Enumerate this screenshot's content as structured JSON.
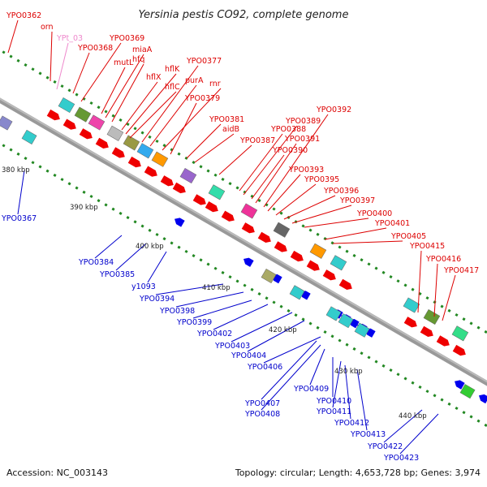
{
  "title": "Yersinia pestis CO92, complete genome",
  "accession": "Accession: NC_003143",
  "topology": "Topology: circular; Length: 4,653,728 bp; Genes: 3,974",
  "colors": {
    "forward_label": "#dd0000",
    "reverse_label": "#0000cc",
    "rna_label": "#ee88cc",
    "forward_gene": "#ee0000",
    "reverse_gene": "#0000ee",
    "tick": "#228822",
    "backbone": "#888888"
  },
  "scale_labels": [
    "380 kbp",
    "390 kbp",
    "400 kbp",
    "410 kbp",
    "420 kbp",
    "430 kbp",
    "440 kbp"
  ],
  "forward_labels": [
    "YPO0362",
    "orn",
    "YPt_03",
    "YPO0368",
    "YPO0369",
    "mutL",
    "miaA",
    "hfq",
    "hflX",
    "hflK",
    "hflC",
    "YPO0377",
    "purA",
    "rnr",
    "YPO0379",
    "YPO0381",
    "aidB",
    "YPO0387",
    "YPO0388",
    "YPO0389",
    "YPO0390",
    "YPO0391",
    "YPO0392",
    "YPO0393",
    "YPO0395",
    "YPO0396",
    "YPO0397",
    "YPO0400",
    "YPO0401",
    "YPO0405",
    "YPO0415",
    "YPO0416",
    "YPO0417"
  ],
  "reverse_labels": [
    "YPO0367",
    "YPO0384",
    "YPO0385",
    "y1093",
    "YPO0394",
    "YPO0398",
    "YPO0399",
    "YPO0402",
    "YPO0403",
    "YPO0404",
    "YPO0406",
    "YPO0407",
    "YPO0408",
    "YPO0409",
    "YPO0410",
    "YPO0411",
    "YPO0412",
    "YPO0413",
    "YPO0422",
    "YPO0423"
  ]
}
